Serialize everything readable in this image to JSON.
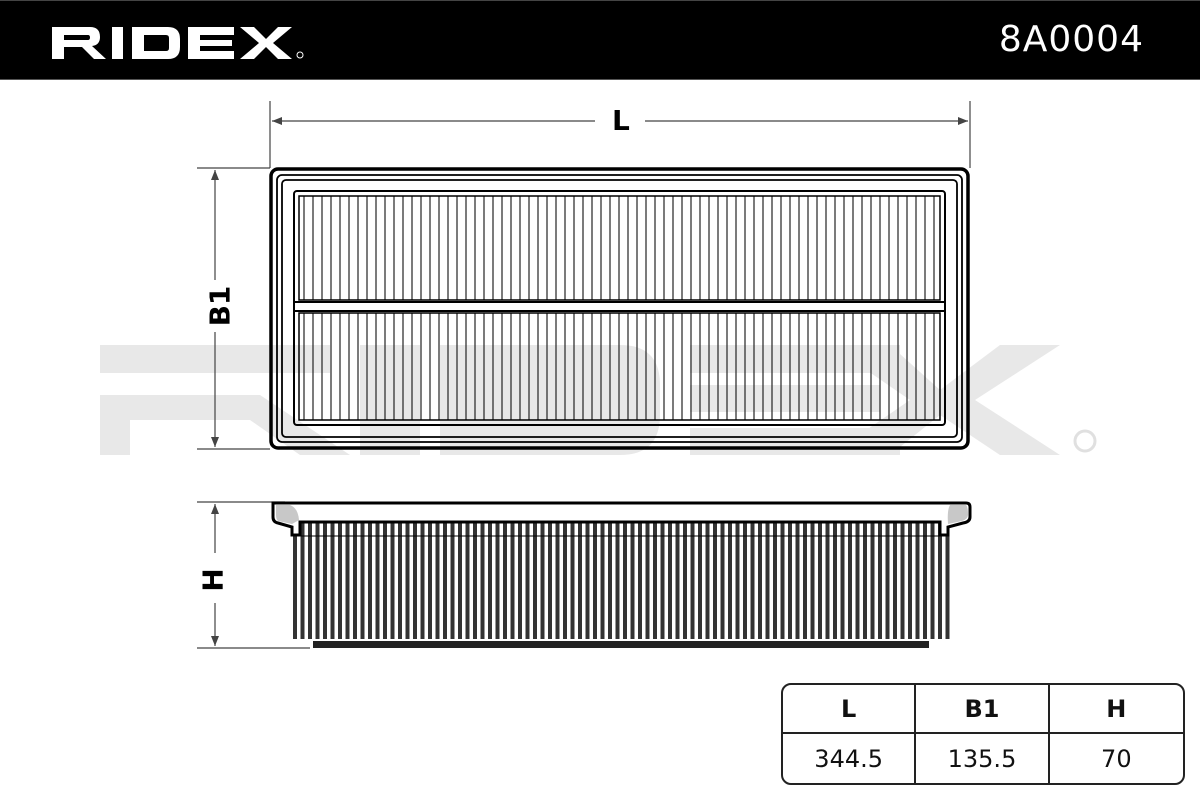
{
  "header": {
    "brand": "RIDEX",
    "brand_mark": "®",
    "part_number": "8A0004",
    "background": "#000000",
    "text_color": "#ffffff"
  },
  "drawing": {
    "subject": "panel air filter",
    "top_view": {
      "dimension_labels": {
        "length": "L",
        "width": "B1"
      }
    },
    "side_view": {
      "dimension_labels": {
        "height": "H"
      }
    },
    "watermark": {
      "text": "RIDEX",
      "mark": "®",
      "color": "#e6e6e6"
    }
  },
  "dimensions_table": {
    "headers": [
      "L",
      "B1",
      "H"
    ],
    "values": [
      "344.5",
      "135.5",
      "70"
    ]
  }
}
